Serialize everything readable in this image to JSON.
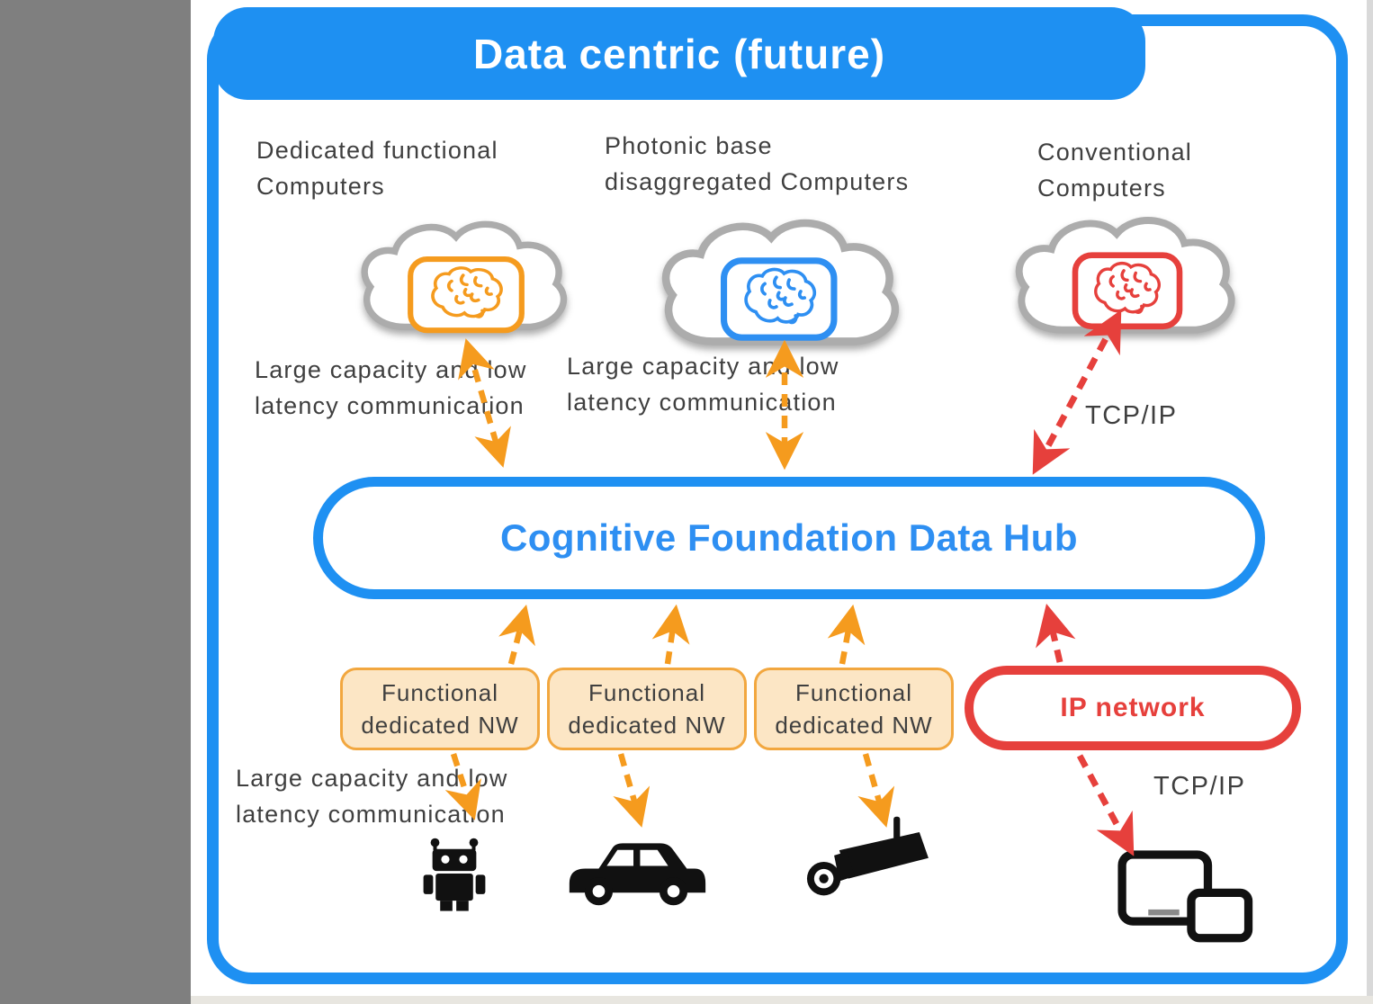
{
  "frame": {
    "title": "Data centric (future)"
  },
  "clouds": [
    {
      "label": "Dedicated functional Computers",
      "accent": "#f59b1e"
    },
    {
      "label": "Photonic base disaggregated Computers",
      "accent": "#2e8ff2"
    },
    {
      "label": "Conventional Computers",
      "accent": "#e6403c"
    }
  ],
  "hub": {
    "label": "Cognitive Foundation Data Hub"
  },
  "networks": [
    {
      "label": "Functional dedicated NW"
    },
    {
      "label": "Functional dedicated NW"
    },
    {
      "label": "Functional dedicated NW"
    },
    {
      "label": "IP network"
    }
  ],
  "annotations": {
    "large_capacity_left": "Large capacity and low latency communication",
    "large_capacity_middle": "Large capacity and low latency communication",
    "large_capacity_bottom": "Large capacity and low latency communication",
    "tcpip_top": "TCP/IP",
    "tcpip_bottom": "TCP/IP"
  },
  "endpoints": [
    {
      "name": "robot"
    },
    {
      "name": "car"
    },
    {
      "name": "surveillance-camera"
    },
    {
      "name": "mobile-devices"
    }
  ],
  "colors": {
    "frame_blue": "#1e90f2",
    "orange": "#f59b1e",
    "red": "#e6403c",
    "peach_fill": "#fce6c5",
    "text_gray": "#3f3f3f",
    "sidebar_gray": "#7f7f7f"
  }
}
